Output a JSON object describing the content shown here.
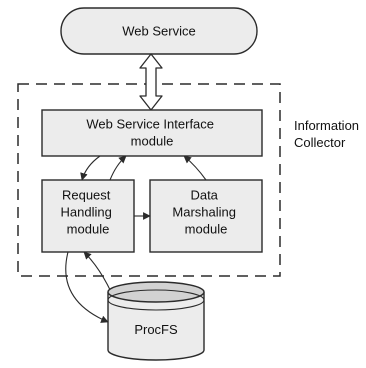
{
  "diagram": {
    "web_service": {
      "label": "Web Service"
    },
    "interface_module": {
      "line1": "Web Service Interface",
      "line2": "module"
    },
    "request_handling": {
      "line1": "Request",
      "line2": "Handling",
      "line3": "module"
    },
    "data_marshaling": {
      "line1": "Data",
      "line2": "Marshaling",
      "line3": "module"
    },
    "procfs": {
      "label": "ProcFS"
    },
    "collector_label": {
      "line1": "Information",
      "line2": "Collector"
    }
  },
  "colors": {
    "box_fill": "#ececec",
    "stroke": "#2b2b2b",
    "text": "#111111"
  }
}
